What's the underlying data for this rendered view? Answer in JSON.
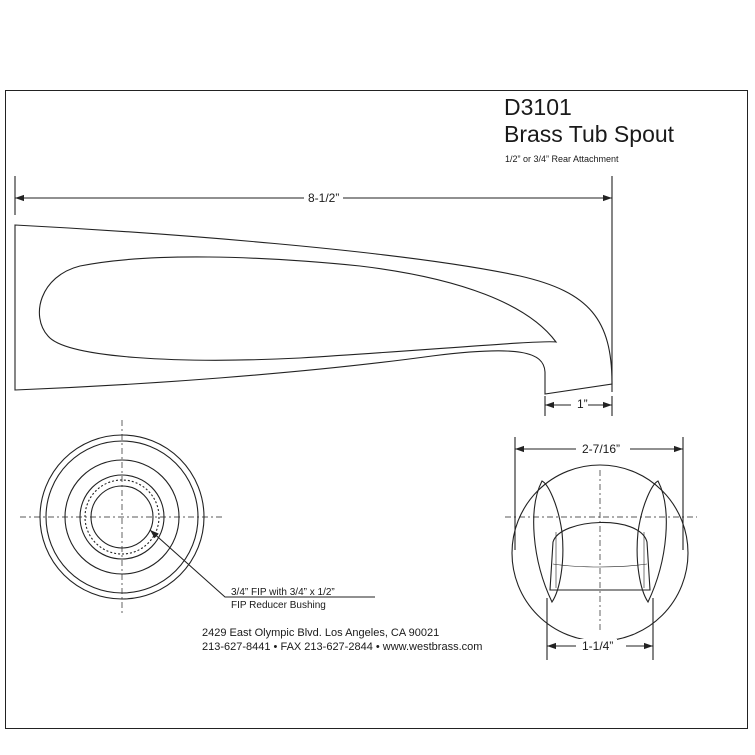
{
  "title": {
    "model": "D3101",
    "product": "Brass Tub Spout",
    "attachment": "1/2” or 3/4” Rear Attachment"
  },
  "dimensions": {
    "overall_length": "8-1/2”",
    "tip_width": "1”",
    "outlet_diameter": "2-7/16”",
    "inner_width": "1-1/4”"
  },
  "callout": {
    "line1": "3/4” FIP with 3/4” x 1/2”",
    "line2": "FIP Reducer Bushing"
  },
  "contact": {
    "address": "2429 East Olympic Blvd. Los Angeles, CA  90021",
    "phones": "213-627-8441 • FAX 213-627-2844 • www.westbrass.com"
  }
}
